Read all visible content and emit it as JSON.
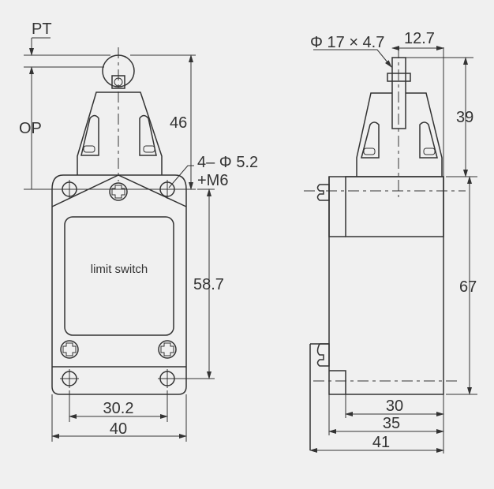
{
  "labels": {
    "pt": "PT",
    "op": "OP",
    "total_height": "46",
    "holes": "4– Φ 5.2",
    "thread": "+M6",
    "hole_spacing_v": "58.7",
    "hole_spacing_h": "30.2",
    "width": "40",
    "body_text": "limit switch",
    "roller": "Φ 17 × 4.7",
    "roller_offset": "12.7",
    "actuator_height": "39",
    "body_height": "67",
    "depth_30": "30",
    "depth_35": "35",
    "depth_41": "41"
  },
  "colors": {
    "line": "#333333",
    "background": "#f0f0f0"
  }
}
